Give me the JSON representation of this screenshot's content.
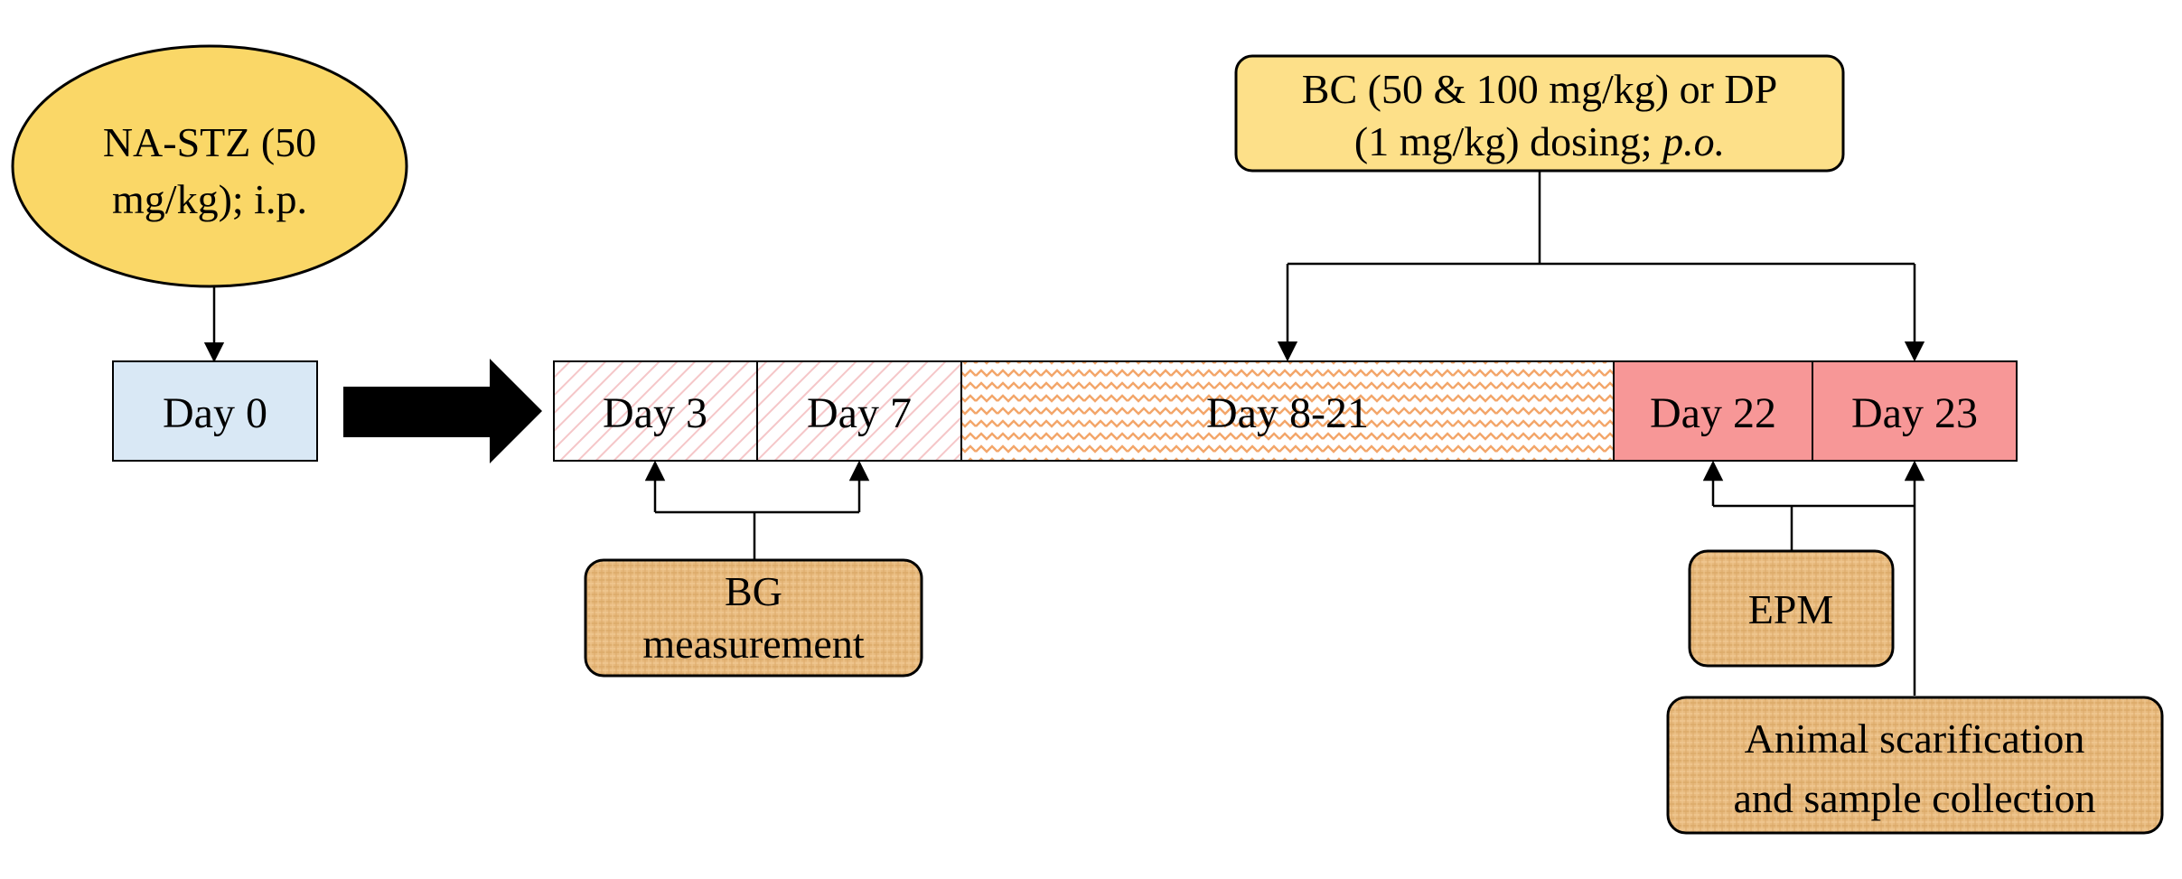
{
  "colors": {
    "oval_fill": "#fad767",
    "dose_fill": "#fde089",
    "day0_fill": "#d9e8f5",
    "hatch_pink": "#f5c6c8",
    "zigzag_orange": "#f3a66a",
    "day_red": "#f79797",
    "burlap": "#e7b97d",
    "stroke": "#000000"
  },
  "induction": {
    "line1": "NA-STZ (50",
    "line2": "mg/kg); i.p."
  },
  "treatment": {
    "line1": "BC (50 & 100 mg/kg) or DP",
    "line2_main": "(1 mg/kg) dosing; ",
    "line2_italic": "p.o."
  },
  "timeline": {
    "day0": "Day 0",
    "day3": "Day 3",
    "day7": "Day 7",
    "day8_21": "Day 8-21",
    "day22": "Day 22",
    "day23": "Day 23"
  },
  "procedures": {
    "bg_line1": "BG",
    "bg_line2": "measurement",
    "epm": "EPM",
    "sac_line1": "Animal scarification",
    "sac_line2": "and sample collection"
  }
}
